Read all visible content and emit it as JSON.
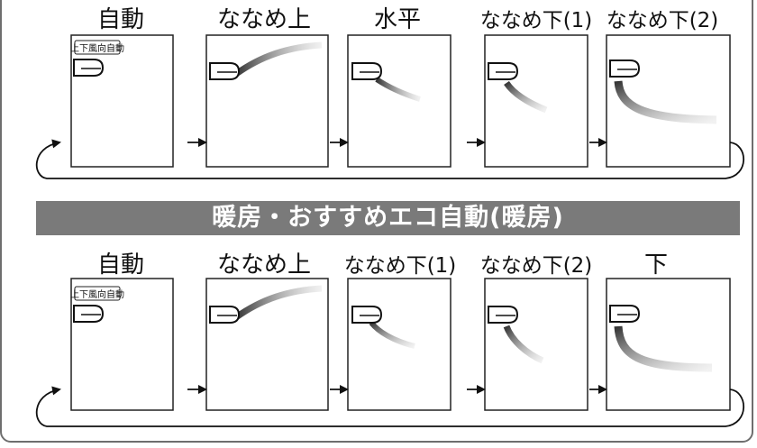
{
  "cooling_row": {
    "steps": [
      {
        "label": "自動",
        "badge": "上下風向自動"
      },
      {
        "label": "ななめ上",
        "badge": ""
      },
      {
        "label": "水平",
        "badge": ""
      },
      {
        "label": "ななめ下(1)",
        "badge": ""
      },
      {
        "label": "ななめ下(2)",
        "badge": ""
      }
    ]
  },
  "heating_section": {
    "title": "暖房・おすすめエコ自動(暖房)"
  },
  "heating_row": {
    "steps": [
      {
        "label": "自動",
        "badge": "上下風向自動"
      },
      {
        "label": "ななめ上",
        "badge": ""
      },
      {
        "label": "ななめ下(1)",
        "badge": ""
      },
      {
        "label": "ななめ下(2)",
        "badge": ""
      },
      {
        "label": "下",
        "badge": ""
      }
    ]
  },
  "colors": {
    "banner": "#7a7a7a",
    "frame": "#6e6e6e",
    "panel_border": "#222222"
  },
  "icons": [
    "indoor-unit-icon",
    "airflow-icon",
    "arrow-right-icon",
    "return-loop-arrow-icon"
  ]
}
